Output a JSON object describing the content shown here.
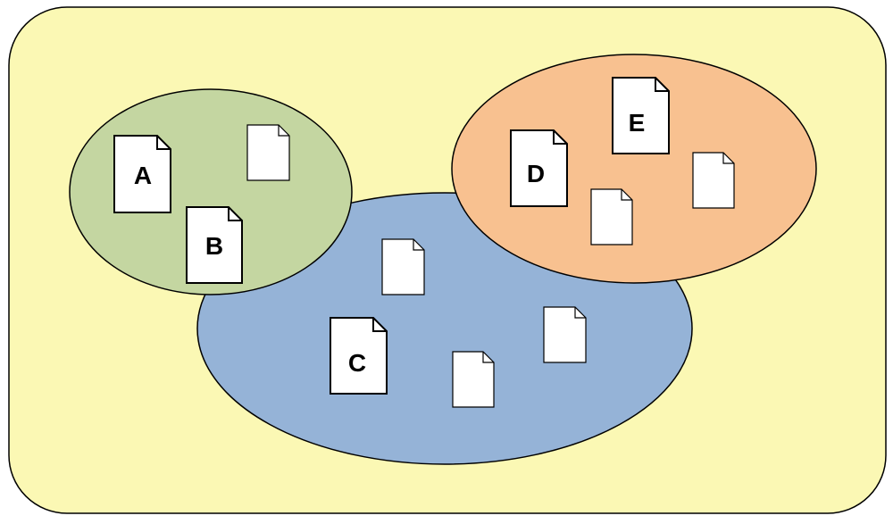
{
  "colors": {
    "background_panel": "#fbf8b4",
    "group_green": "#c4d6a1",
    "group_blue": "#95b3d7",
    "group_orange": "#f8c190",
    "document_fill": "#ffffff",
    "outline": "#000000"
  },
  "documents": {
    "a": {
      "label": "A",
      "group": "green"
    },
    "b": {
      "label": "B",
      "group": "green"
    },
    "c": {
      "label": "C",
      "group": "blue"
    },
    "d": {
      "label": "D",
      "group": "orange"
    },
    "e": {
      "label": "E",
      "group": "orange"
    }
  },
  "unlabeled_documents": [
    {
      "group": "green"
    },
    {
      "group": "blue"
    },
    {
      "group": "blue"
    },
    {
      "group": "blue"
    },
    {
      "group": "orange"
    },
    {
      "group": "orange"
    }
  ],
  "icons": {
    "document": "document-icon"
  }
}
